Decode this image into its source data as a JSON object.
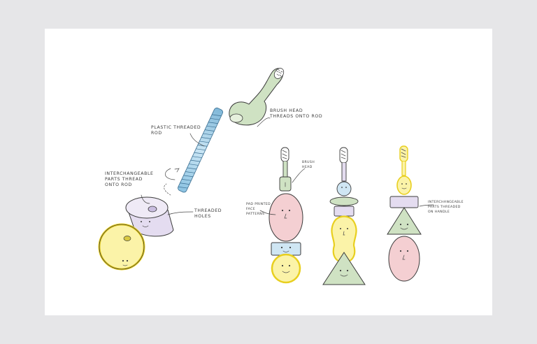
{
  "labels": {
    "plastic_rod": [
      "PLASTIC THREADED",
      "ROD"
    ],
    "brush_head": [
      "BRUSH HEAD",
      "THREADS ONTO ROD"
    ],
    "interchangeable": [
      "INTERCHANGEABLE",
      "PARTS THREAD",
      "ONTO ROD"
    ],
    "threaded_holes": [
      "THREADED",
      "HOLES"
    ],
    "brush_head_small": [
      "BRUSH",
      "HEAD"
    ],
    "pad_printed": [
      "PAD PRINTED",
      "FACE",
      "PATTERNS"
    ],
    "interchangeable_handle": [
      "INTERCHANGEABLE",
      "PARTS THREADED",
      "ON HANDLE"
    ]
  },
  "colors": {
    "background": "#e6e6e8",
    "sheet": "#ffffff",
    "green": "#cfe2c3",
    "blue": "#a9d3e9",
    "yellow": "#f3e35a",
    "pink": "#f4cfd2",
    "lavender": "#e4dcf0",
    "light_blue": "#cfe6f3"
  }
}
